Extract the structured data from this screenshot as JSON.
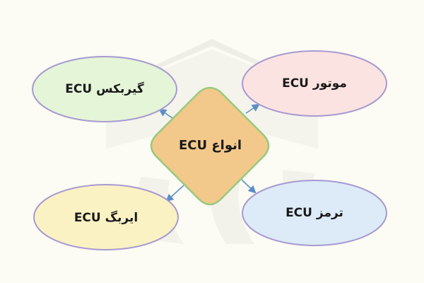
{
  "diagram": {
    "center": {
      "label": "انواع ECU",
      "fill": "#f3c98b",
      "stroke": "#97c97f"
    },
    "nodes": [
      {
        "id": "gearbox",
        "label": "ECU گیربکس",
        "fill": "#e4f5d8",
        "stroke": "#a79ad0"
      },
      {
        "id": "engine",
        "label": "ECU موتور",
        "fill": "#fbe3e1",
        "stroke": "#a79ad0"
      },
      {
        "id": "airbag",
        "label": "ECU  ایربگ",
        "fill": "#fbf2c4",
        "stroke": "#a79ad0"
      },
      {
        "id": "brake",
        "label": "ECU ترمز",
        "fill": "#dcebf7",
        "stroke": "#a79ad0"
      }
    ],
    "connector_color": "#5b8fc6",
    "watermark_color": "#efeee6"
  }
}
